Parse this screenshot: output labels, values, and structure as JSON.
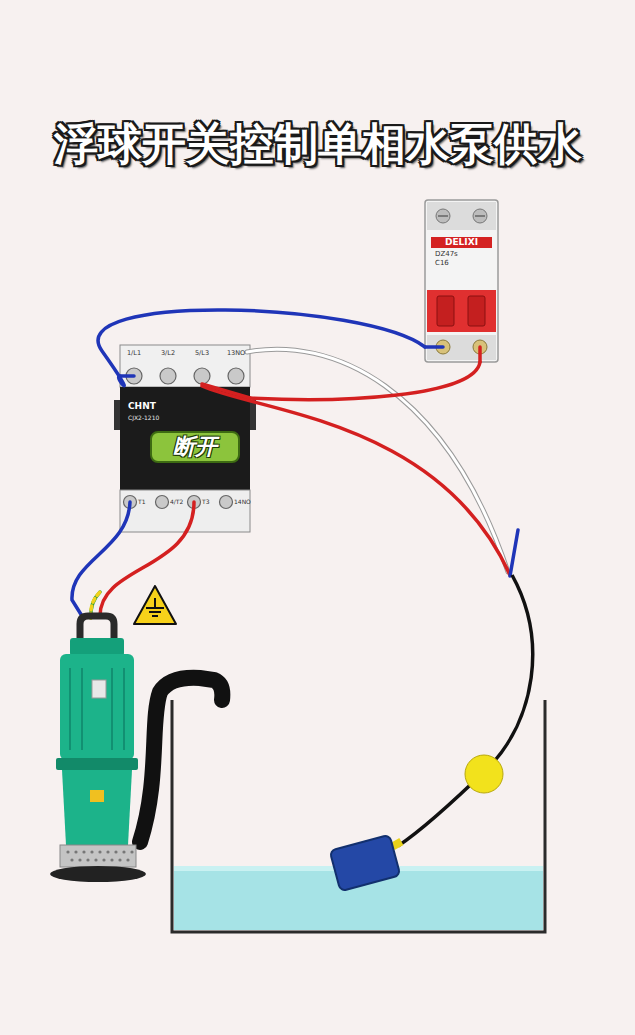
{
  "diagram": {
    "title": "浮球开关控制单相水泵供水",
    "nodes": [
      {
        "text": [
          "DELIXI",
          "DZ47s",
          "C16"
        ]
      },
      {
        "text": [
          "CHNT",
          "CJX2-1210"
        ]
      },
      {
        "text": [
          "断开"
        ],
        "in": 1
      }
    ],
    "edges": [
      {
        "from": 0,
        "to": 1,
        "arrow": "none"
      },
      {
        "from": 0,
        "to": 1,
        "arrow": "none"
      }
    ],
    "labels": [
      "1/L1",
      "3/L2",
      "5/L3",
      "13NO",
      "T1",
      "4/T2",
      "T3",
      "14NO"
    ]
  }
}
